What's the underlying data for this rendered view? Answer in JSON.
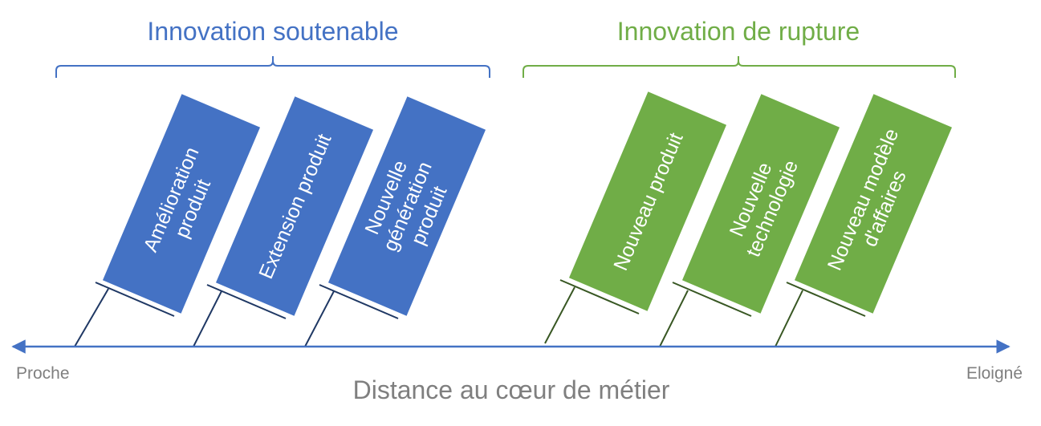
{
  "colors": {
    "blue": "#4472c4",
    "green": "#70ad47",
    "axis": "#4472c4",
    "gray_text": "#7f7f7f",
    "stem_blue": "#1f3864",
    "stem_green": "#385723"
  },
  "groups": [
    {
      "title": "Innovation soutenable",
      "color": "blue"
    },
    {
      "title": "Innovation de rupture",
      "color": "green"
    }
  ],
  "cards": [
    {
      "group": 0,
      "lines": [
        "Amélioration",
        "produit"
      ]
    },
    {
      "group": 0,
      "lines": [
        "Extension produit"
      ]
    },
    {
      "group": 0,
      "lines": [
        "Nouvelle",
        "génération",
        "produit"
      ]
    },
    {
      "group": 1,
      "lines": [
        "Nouveau produit"
      ]
    },
    {
      "group": 1,
      "lines": [
        "Nouvelle",
        "technologie"
      ]
    },
    {
      "group": 1,
      "lines": [
        "Nouveau modèle",
        "d'affaires"
      ]
    }
  ],
  "axis": {
    "left_label": "Proche",
    "right_label": "Eloigné",
    "title": "Distance au cœur de métier"
  }
}
